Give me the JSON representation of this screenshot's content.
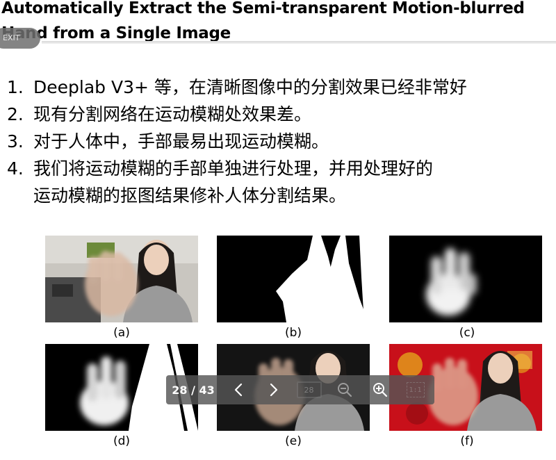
{
  "slide": {
    "title": "Automatically Extract the Semi-transparent Motion-blurred\nHand from a Single Image",
    "corner_label": "EXIT",
    "bullets": [
      {
        "num": "1.",
        "text": "Deeplab V3+ 等，在清晰图像中的分割效果已经非常好"
      },
      {
        "num": "2.",
        "text": "现有分割网络在运动模糊处效果差。"
      },
      {
        "num": "3.",
        "text": "对于人体中，手部最易出现运动模糊。"
      },
      {
        "num": "4.",
        "text": "我们将运动模糊的手部单独进行处理，并用处理好的\n运动模糊的抠图结果修补人体分割结果。"
      }
    ]
  },
  "figures": [
    {
      "id": "a",
      "caption": "(a)"
    },
    {
      "id": "b",
      "caption": "(b)"
    },
    {
      "id": "c",
      "caption": "(c)"
    },
    {
      "id": "d",
      "caption": "(d)"
    },
    {
      "id": "e",
      "caption": "(e)"
    },
    {
      "id": "f",
      "caption": "(f)"
    }
  ],
  "viewer": {
    "counter": "28 / 43",
    "thumb_label": "28",
    "ratio_label": "1:1",
    "icons": [
      "chevron-left-icon",
      "chevron-right-icon",
      "thumbnail-icon",
      "zoom-out-icon",
      "zoom-in-icon",
      "actual-size-icon"
    ]
  }
}
